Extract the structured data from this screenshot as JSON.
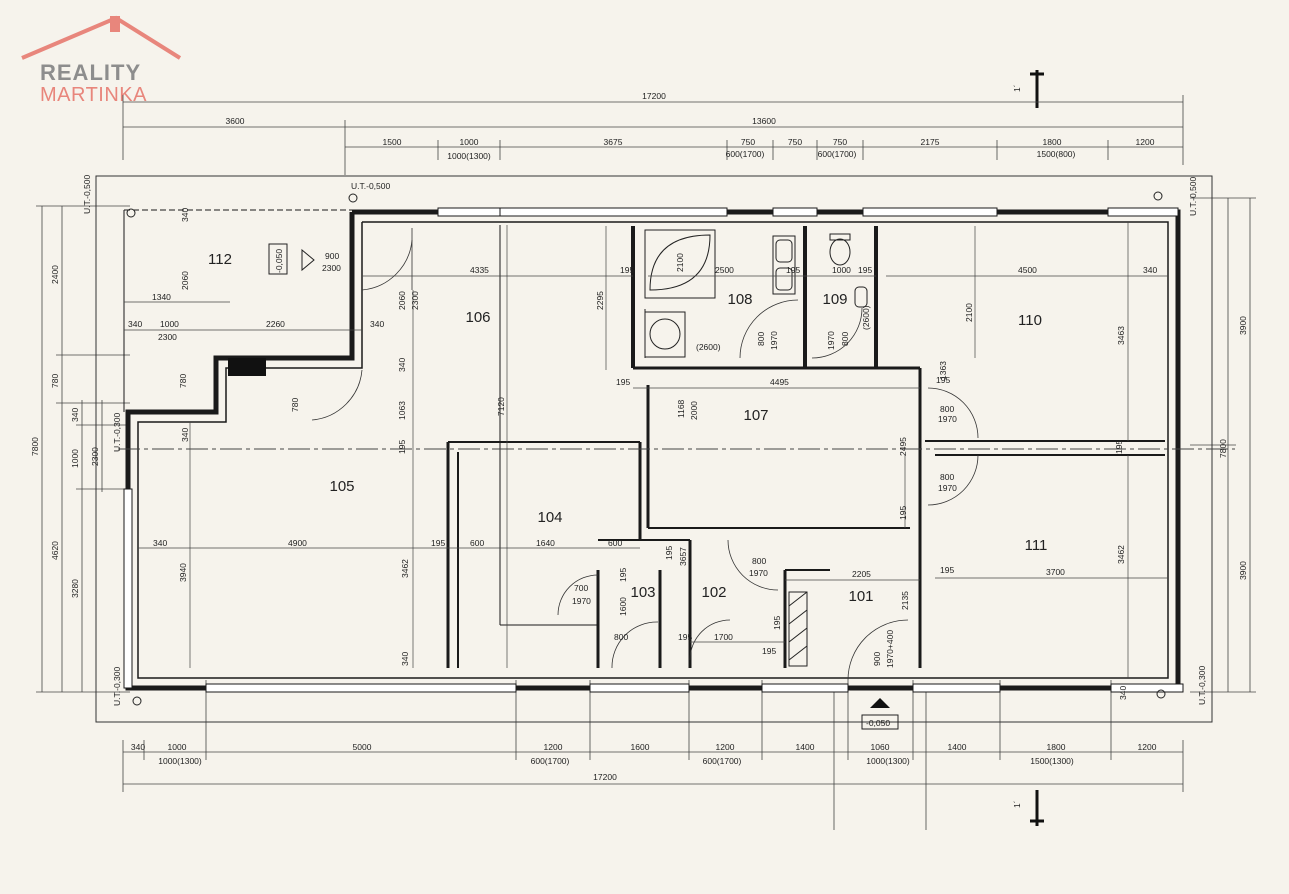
{
  "logo": {
    "line1": "REALITY",
    "line2": "MARTINKA"
  },
  "section": {
    "top": "1´",
    "bottom": "1´"
  },
  "rooms": [
    "112",
    "106",
    "108",
    "109",
    "110",
    "107",
    "105",
    "104",
    "103",
    "102",
    "101",
    "111"
  ],
  "levels": {
    "ut_tl": "U.T.-0,500",
    "ut_top": "U.T.-0,500",
    "ut_tr": "U.T.-0,500",
    "ut_ml": "U.T.-0,300",
    "ut_bl": "U.T.-0,300",
    "ut_br": "U.T.-0,300",
    "lv112": "-0,050",
    "entrance": "-0,050"
  },
  "top_dims": {
    "total": "17200",
    "d3600": "3600",
    "d13600": "13600",
    "w1500": "1500",
    "w1000": "1000",
    "w1000b": "1000(1300)",
    "w3675": "3675",
    "w750a": "750",
    "w600a": "600(1700)",
    "w750b": "750",
    "w750c": "750",
    "w600b": "600(1700)",
    "w2175": "2175",
    "w1800": "1800",
    "w1500b": "1500(800)",
    "w1200": "1200"
  },
  "bottom_dims": {
    "w340": "340",
    "w1000": "1000",
    "w1000b": "1000(1300)",
    "w5000": "5000",
    "w1200a": "1200",
    "w600a": "600(1700)",
    "w1600": "1600",
    "w1200b": "1200",
    "w600b": "600(1700)",
    "w1400a": "1400",
    "w1060": "1060",
    "w1000c": "1000(1300)",
    "w1400b": "1400",
    "w1800": "1800",
    "w1500": "1500(1300)",
    "w1200c": "1200",
    "total": "17200"
  },
  "left_dims": {
    "d2400": "2400",
    "d780": "780",
    "d340": "340",
    "d1000": "1000",
    "d2300": "2300",
    "d4620": "4620",
    "d3280": "3280",
    "d7800": "7800"
  },
  "right_dims": {
    "d3900a": "3900",
    "d7800": "7800",
    "d3900b": "3900"
  },
  "inner": {
    "i340a": "340",
    "i2060a": "2060",
    "i1340": "1340",
    "i340b": "340",
    "i1000": "1000",
    "i2300a": "2300",
    "i2260": "2260",
    "i340c": "340",
    "i900a": "900",
    "i2300b": "2300",
    "i4335": "4335",
    "i2060b": "2060",
    "i2300c": "2300",
    "i195a": "195",
    "i2295": "2295",
    "i2100a": "2100",
    "i2500": "2500",
    "i195b": "195",
    "i1000b": "1000",
    "i195c": "195",
    "i4500": "4500",
    "i340d": "340",
    "i2100b": "2100",
    "i3463": "3463",
    "i800a": "800",
    "i1970a": "1970",
    "i2600a": "(2600)",
    "i1970b": "1970",
    "i800b": "800",
    "i2600b": "(2600)",
    "i780a": "780",
    "i780b": "780",
    "i340e": "340",
    "i195d": "195",
    "i4495": "4495",
    "i195e": "195",
    "i1363": "1363",
    "i1063": "1063",
    "i7120": "7120",
    "i1168": "1168",
    "i2000": "2000",
    "i800c": "800",
    "i1970c": "1970",
    "i340f": "340",
    "i195f": "195",
    "i2495": "2495",
    "i195g": "195",
    "i800d": "800",
    "i1970d": "1970",
    "i195h": "195",
    "i340g": "340",
    "i4900": "4900",
    "i195i": "195",
    "i600a": "600",
    "i1640": "1640",
    "i600b": "600",
    "i3940": "3940",
    "i3462a": "3462",
    "i195j": "195",
    "i195k": "195",
    "i3657": "3657",
    "i800e": "800",
    "i1970e": "1970",
    "i2205": "2205",
    "i195l": "195",
    "i3700": "3700",
    "i3462b": "3462",
    "i700": "700",
    "i1970f": "1970",
    "i1600": "1600",
    "i195m": "195",
    "i2135": "2135",
    "i800f": "800",
    "i195n": "195",
    "i1700": "1700",
    "i195o": "195",
    "i900b": "900",
    "i1970g": "1970+400",
    "i340h": "340",
    "i340i": "340"
  }
}
